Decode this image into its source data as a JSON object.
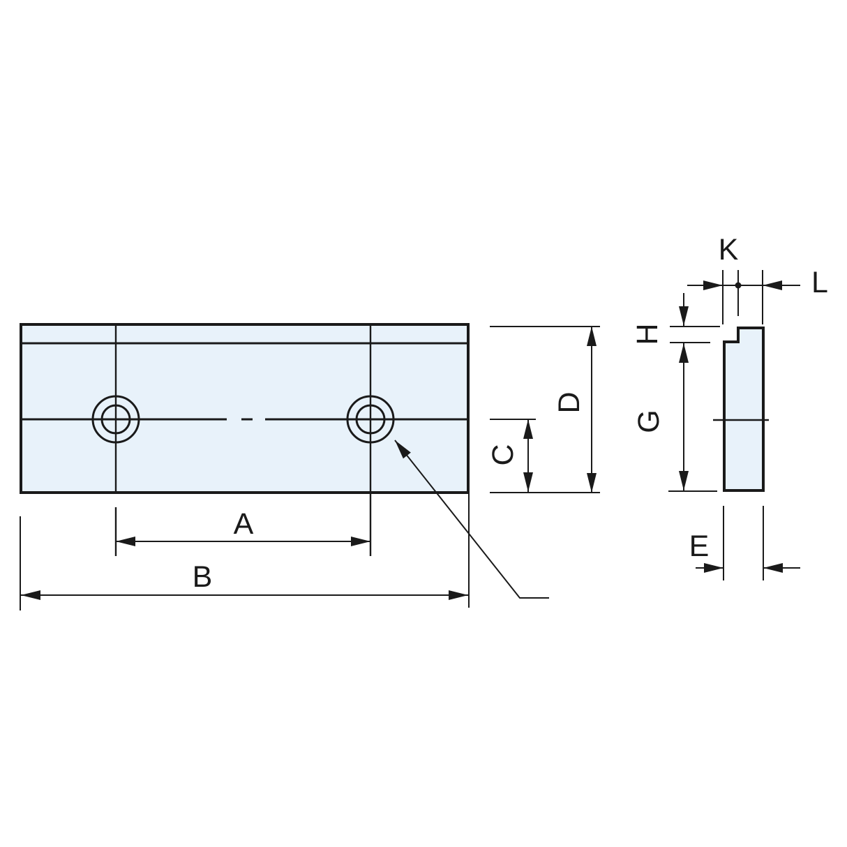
{
  "colors": {
    "line_color": "#1a1a1a",
    "fill_color": "#e8f2fa",
    "background_color": "#ffffff"
  },
  "drawing": {
    "type": "technical-drawing",
    "views": {
      "front": "plate with two counterbored holes",
      "side": "stepped profile section"
    },
    "labels": {
      "a": "A",
      "b": "B",
      "c": "C",
      "d": "D",
      "e": "E",
      "g": "G",
      "h": "H",
      "k": "K",
      "l": "L"
    }
  }
}
